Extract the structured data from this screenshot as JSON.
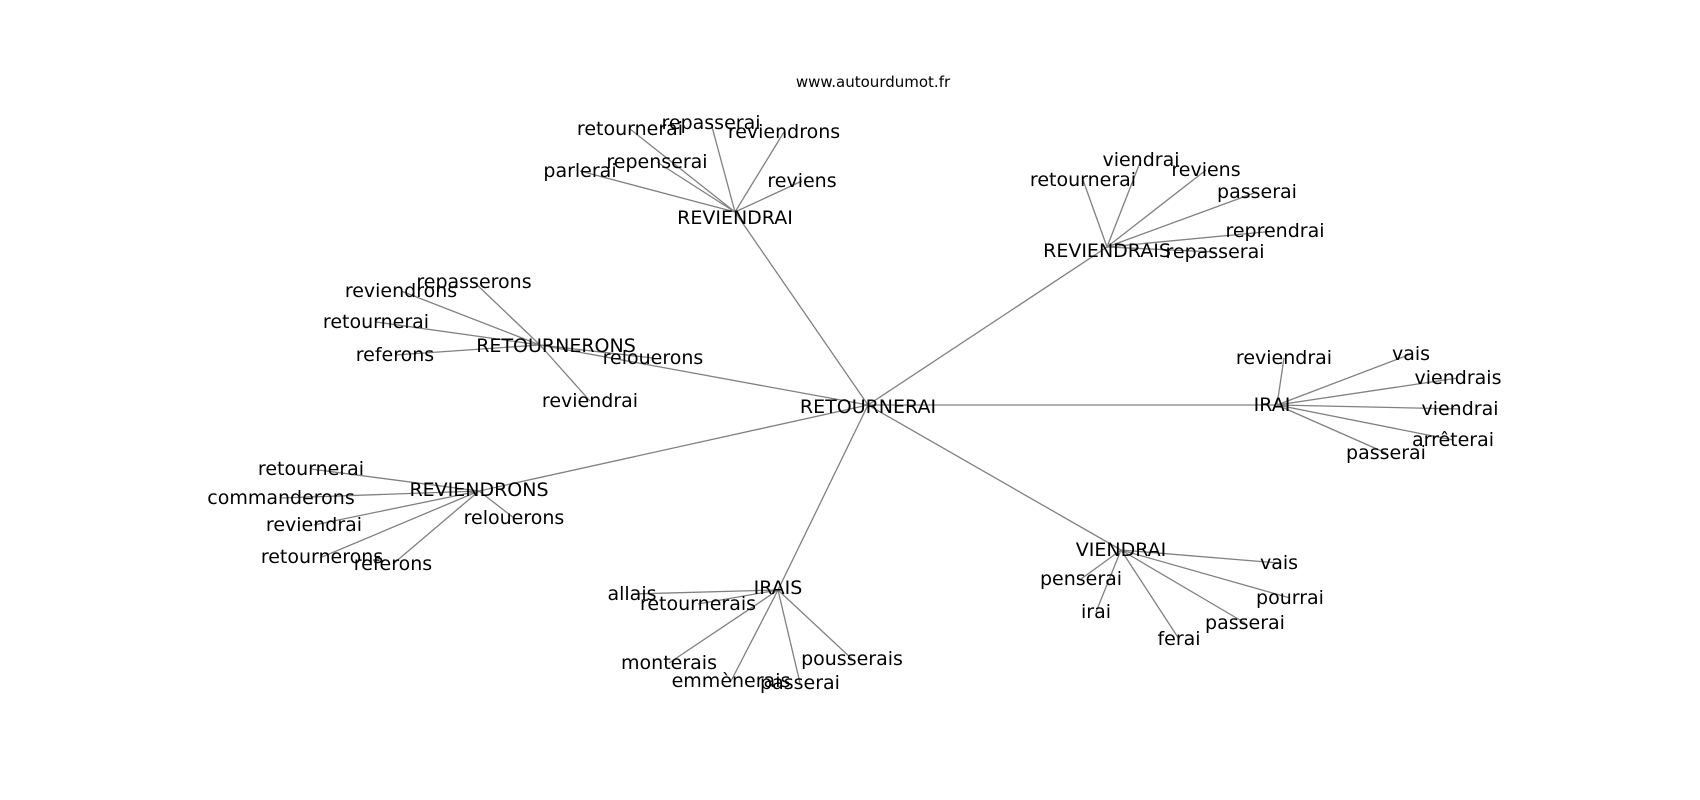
{
  "watermark": "www.autourdumot.fr",
  "graph": {
    "root": "RETOURNERAI",
    "hubs": [
      {
        "label": "REVIENDRAI",
        "leaves": [
          "parlerai",
          "retournerai",
          "repasserai",
          "repenserai",
          "reviendrons",
          "reviens"
        ]
      },
      {
        "label": "REVIENDRAIS",
        "leaves": [
          "retournerai",
          "viendrai",
          "reviens",
          "passerai",
          "reprendrai",
          "repasserai"
        ]
      },
      {
        "label": "RETOURNERONS",
        "leaves": [
          "repasserons",
          "reviendrons",
          "retournerai",
          "referons",
          "relouerons",
          "reviendrai"
        ]
      },
      {
        "label": "IRAI",
        "leaves": [
          "reviendrai",
          "vais",
          "viendrais",
          "viendrai",
          "arrêterai",
          "passerai"
        ]
      },
      {
        "label": "REVIENDRONS",
        "leaves": [
          "retournerai",
          "commanderons",
          "reviendrai",
          "retournerons",
          "referons",
          "relouerons"
        ]
      },
      {
        "label": "IRAIS",
        "leaves": [
          "allais",
          "retournerais",
          "monterais",
          "emmènerais",
          "passerai",
          "pousserais"
        ]
      },
      {
        "label": "VIENDRAI",
        "leaves": [
          "penserai",
          "irai",
          "ferai",
          "passerai",
          "pourrai",
          "vais"
        ]
      }
    ]
  }
}
